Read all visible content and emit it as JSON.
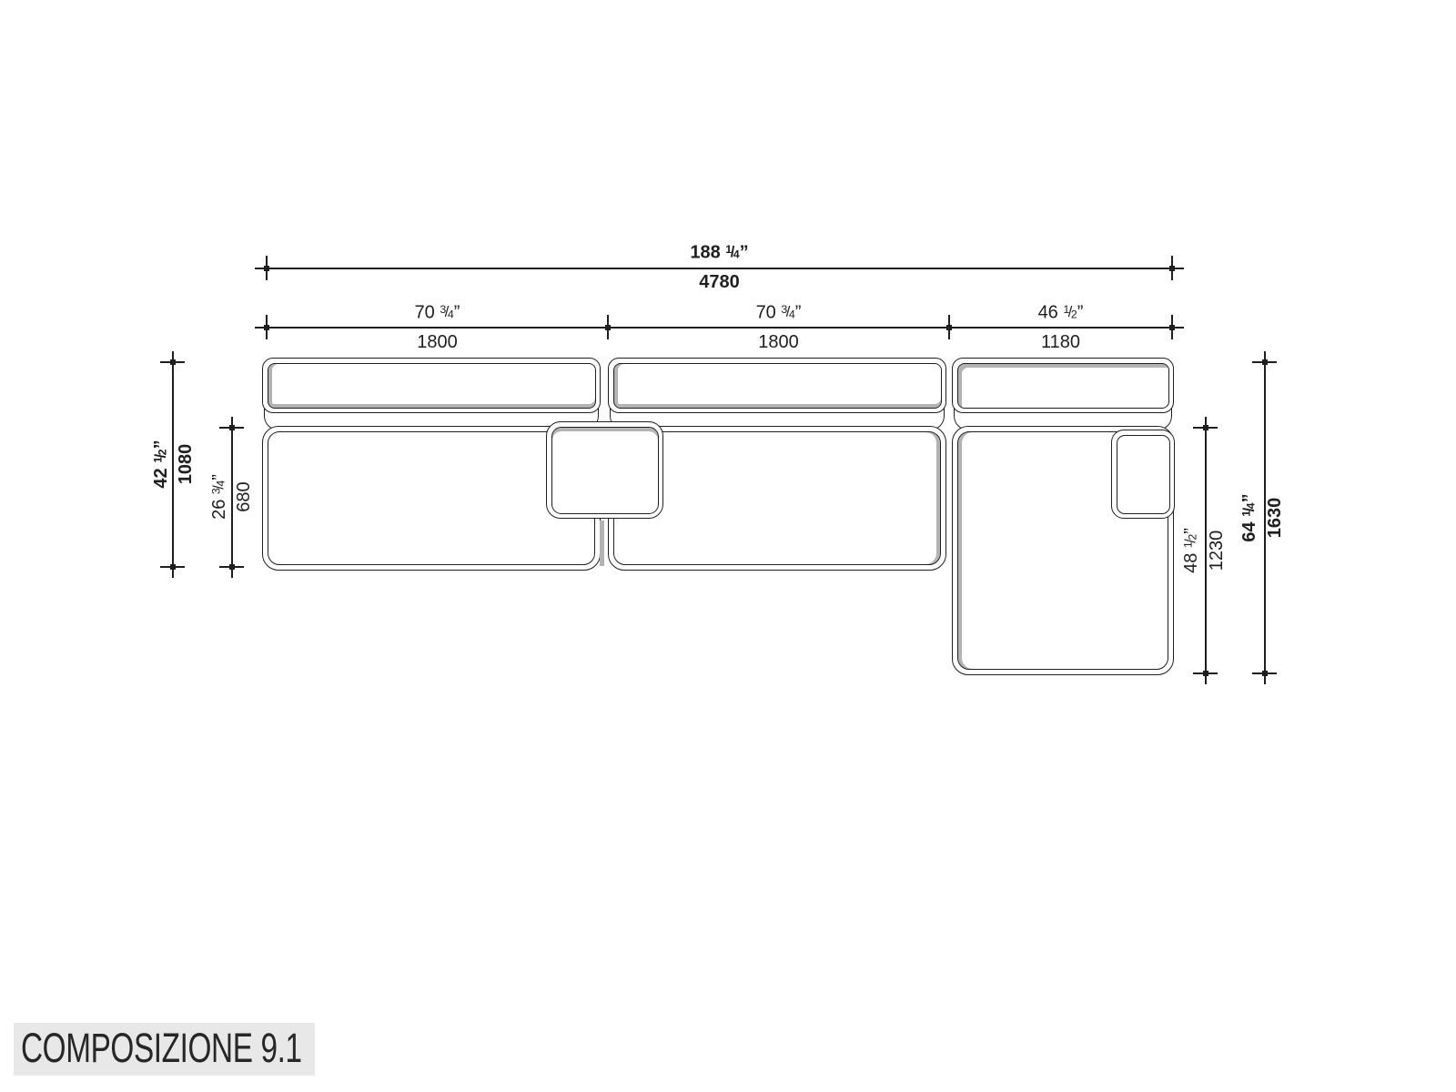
{
  "title": {
    "label": "COMPOSIZIONE 9.1"
  },
  "drawing": {
    "description": "sofa-composition-plan-view",
    "parts": [
      "back-cushion-left",
      "back-cushion-middle",
      "back-cushion-chaise",
      "seat-left",
      "seat-middle",
      "chaise-seat",
      "center-table",
      "chaise-pillow"
    ]
  },
  "dimensions": {
    "overall_width": {
      "inches": "188 1/4”",
      "mm": "4780"
    },
    "sections": [
      {
        "inches": "70 3/4”",
        "mm": "1800"
      },
      {
        "inches": "70 3/4”",
        "mm": "1800"
      },
      {
        "inches": "46 1/2”",
        "mm": "1180"
      }
    ],
    "total_depth_left": {
      "inches": "42 1/2”",
      "mm": "1080"
    },
    "seat_depth_left": {
      "inches": "26 3/4”",
      "mm": "680"
    },
    "chaise_depth_right": {
      "inches": "48 1/2”",
      "mm": "1230"
    },
    "total_depth_right": {
      "inches": "64 1/4”",
      "mm": "1630"
    }
  },
  "colors": {
    "line": "#1f1f1f",
    "shade": "#b3b3b3",
    "label_bg": "#e8e8e8",
    "label_text": "#272727"
  }
}
